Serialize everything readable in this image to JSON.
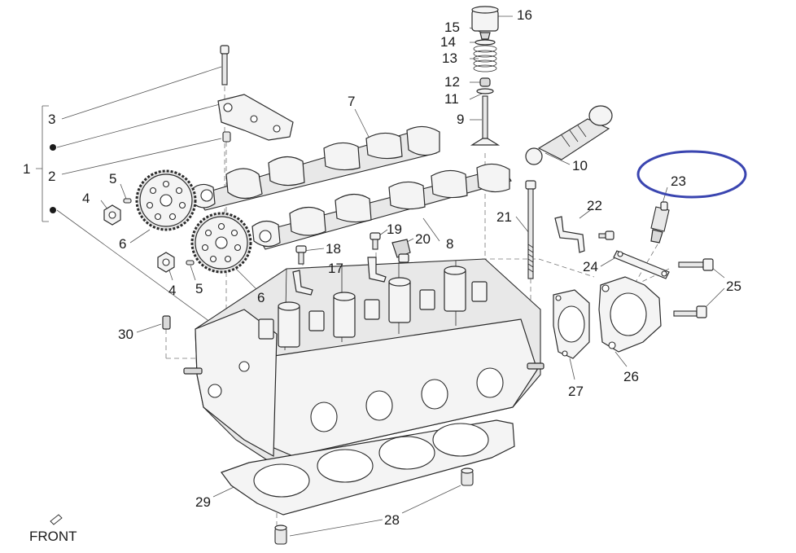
{
  "labels": {
    "l1": "1",
    "l2": "2",
    "l3": "3",
    "l4a": "4",
    "l4b": "4",
    "l5a": "5",
    "l5b": "5",
    "l6a": "6",
    "l6b": "6",
    "l7": "7",
    "l8": "8",
    "l9": "9",
    "l10": "10",
    "l11": "11",
    "l12": "12",
    "l13": "13",
    "l14": "14",
    "l15": "15",
    "l16": "16",
    "l17": "17",
    "l18": "18",
    "l19": "19",
    "l20": "20",
    "l21": "21",
    "l22": "22",
    "l23": "23",
    "l24": "24",
    "l25": "25",
    "l26": "26",
    "l27": "27",
    "l28": "28",
    "l29": "29",
    "l30": "30"
  },
  "front_label": "FRONT",
  "highlight_color": "#3a45b0"
}
